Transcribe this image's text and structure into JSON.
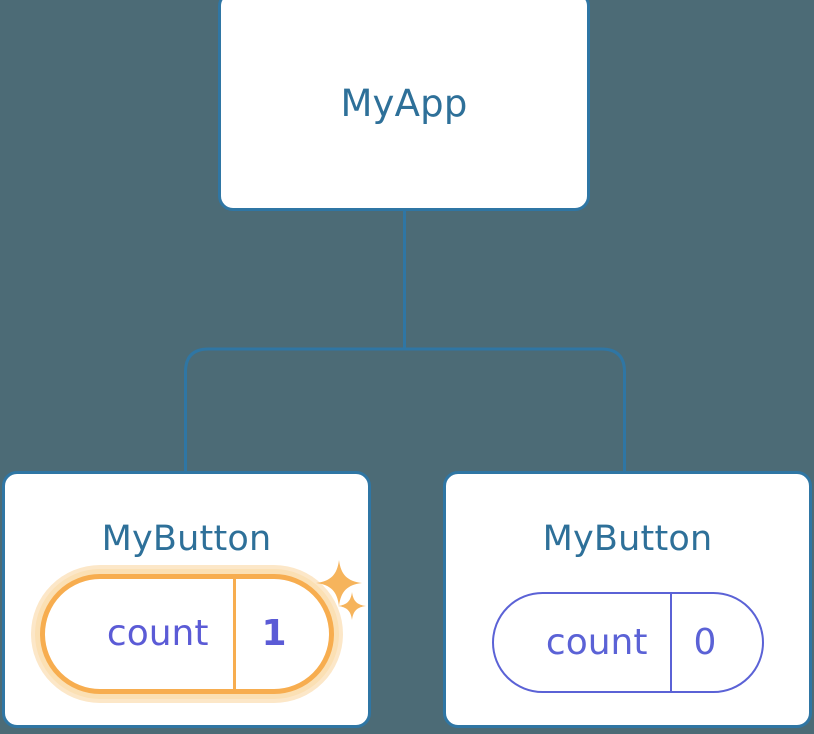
{
  "diagram": {
    "type": "component-tree",
    "background_color": "#4c6b76",
    "node_border_color": "#2f76a4",
    "node_title_color": "#2e7099",
    "connector_color": "#2f76a4",
    "state_color": "#5b62d6",
    "highlight_color": "#f7ad4f",
    "highlight_glow_color": "#fbe0b4"
  },
  "root": {
    "title": "MyApp"
  },
  "children": [
    {
      "title": "MyButton",
      "state": {
        "key": "count",
        "value": "1"
      },
      "highlighted": true,
      "sparkles": [
        {
          "name": "sparkle-large"
        },
        {
          "name": "sparkle-small"
        }
      ]
    },
    {
      "title": "MyButton",
      "state": {
        "key": "count",
        "value": "0"
      },
      "highlighted": false
    }
  ],
  "edges": [
    {
      "from": "MyApp",
      "to": "MyButton (count 1)"
    },
    {
      "from": "MyApp",
      "to": "MyButton (count 0)"
    }
  ]
}
